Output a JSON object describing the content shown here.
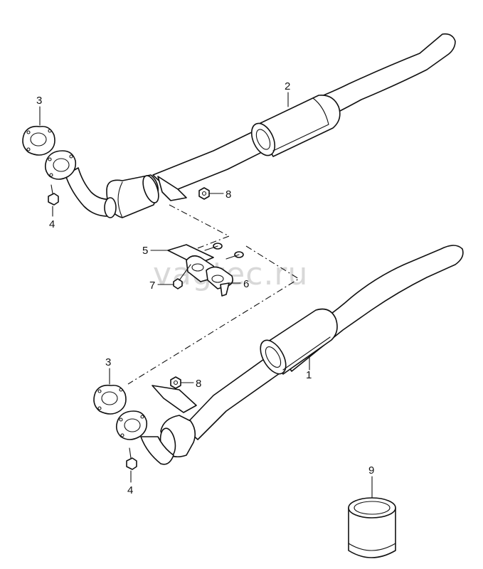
{
  "watermark": "vagtec.ru",
  "callouts": {
    "c1": "1",
    "c2": "2",
    "c3a": "3",
    "c3b": "3",
    "c4a": "4",
    "c4b": "4",
    "c5": "5",
    "c6": "6",
    "c7": "7",
    "c8a": "8",
    "c8b": "8",
    "c9": "9"
  }
}
